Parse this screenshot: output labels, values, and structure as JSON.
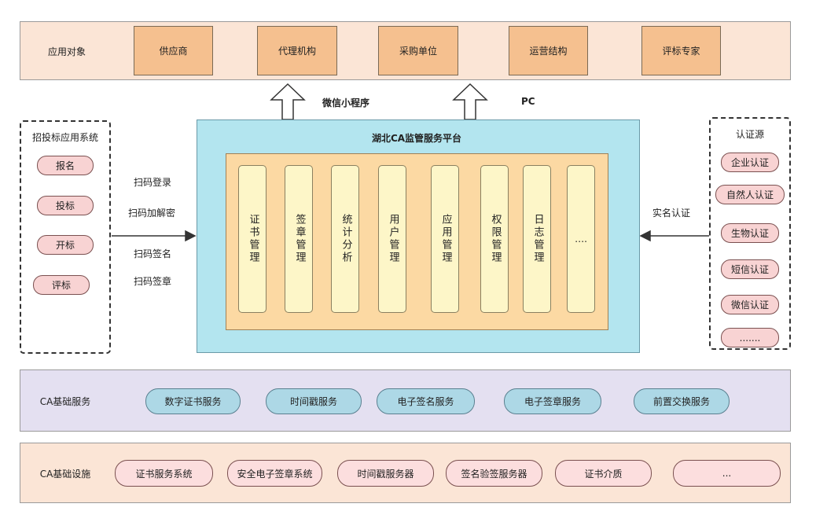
{
  "top": {
    "label": "应用对象",
    "boxes": [
      "供应商",
      "代理机构",
      "采购单位",
      "运营结构",
      "评标专家"
    ]
  },
  "channels": {
    "mini": "微信小程序",
    "pc": "PC"
  },
  "left_panel": {
    "title": "招投标应用系统",
    "items": [
      "报名",
      "投标",
      "开标",
      "评标"
    ],
    "actions": [
      "扫码登录",
      "扫码加解密",
      "扫码签名",
      "扫码签章"
    ]
  },
  "platform": {
    "title": "湖北CA监管服务平台",
    "columns": [
      "证书管理",
      "签章管理",
      "统计分析",
      "用户管理",
      "应用管理",
      "权限管理",
      "日志管理",
      "…."
    ]
  },
  "right_panel": {
    "title": "认证源",
    "items": [
      "企业认证",
      "自然人认证",
      "生物认证",
      "短信认证",
      "微信认证",
      "......."
    ],
    "arrow_label": "实名认证"
  },
  "basic": {
    "label": "CA基础服务",
    "items": [
      "数字证书服务",
      "时间戳服务",
      "电子签名服务",
      "电子签章服务",
      "前置交换服务"
    ]
  },
  "infra": {
    "label": "CA基础设施",
    "items": [
      "证书服务系统",
      "安全电子签章系统",
      "时间戳服务器",
      "签名验签服务器",
      "证书介质",
      "..."
    ]
  }
}
